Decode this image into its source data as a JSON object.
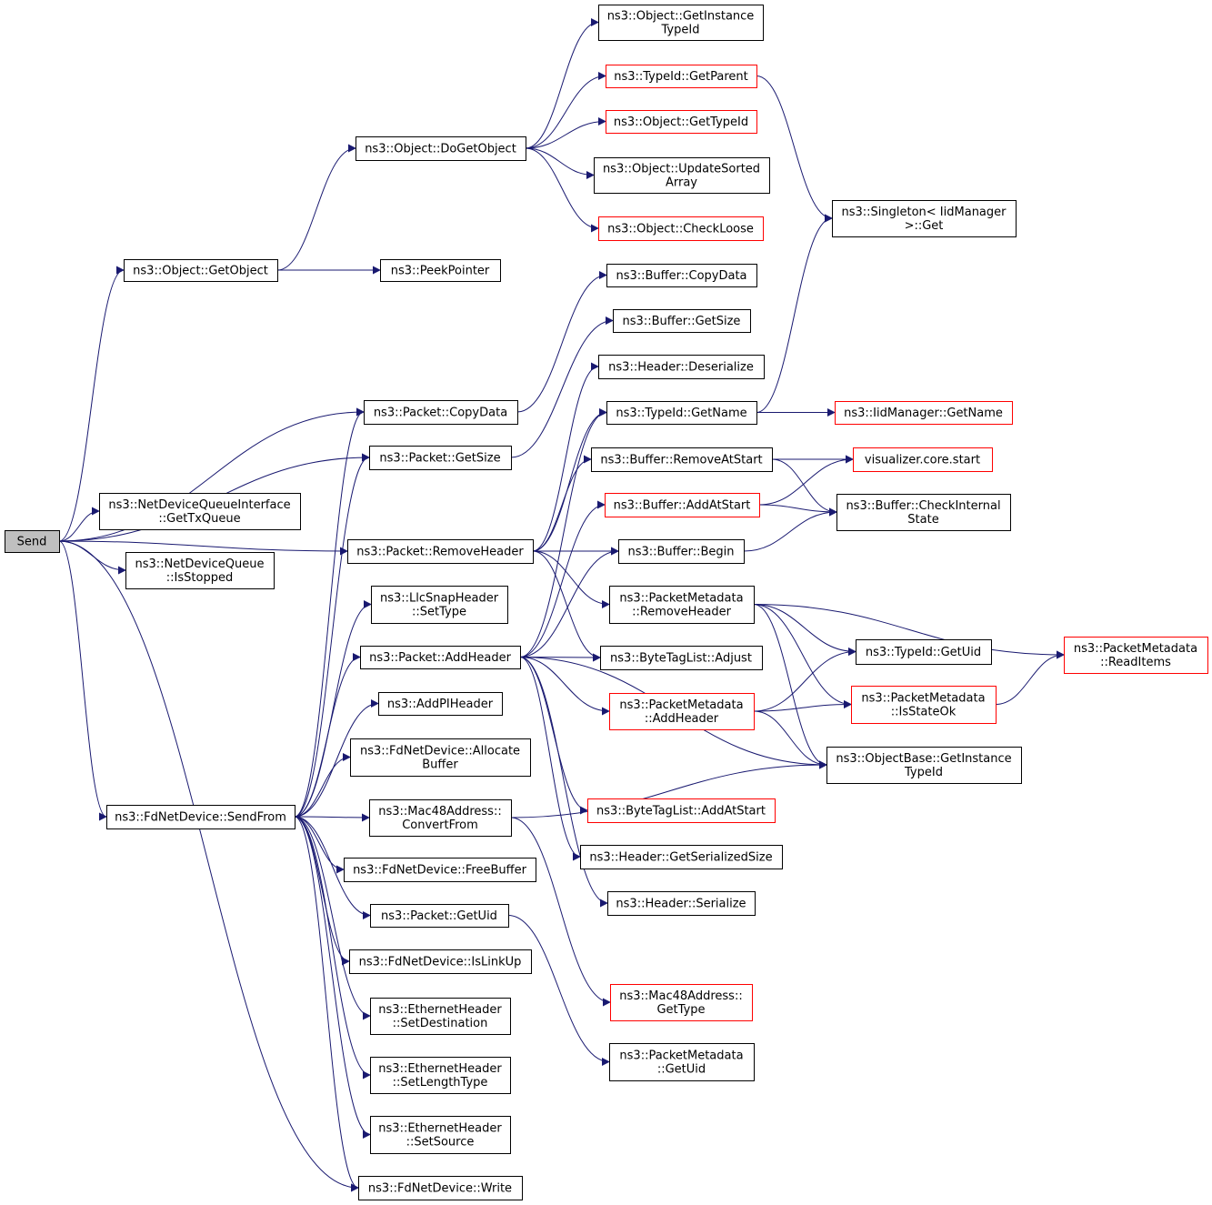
{
  "colors": {
    "edge": "#191970",
    "node_border": "#000000",
    "node_border_truncated": "#ff0000",
    "node_fill": "#ffffff",
    "root_fill": "#bfbfbf"
  },
  "nodes": [
    {
      "id": "send",
      "lines": [
        "Send"
      ],
      "style": "root"
    },
    {
      "id": "getobject",
      "lines": [
        "ns3::Object::GetObject"
      ],
      "style": "normal"
    },
    {
      "id": "dogetobject",
      "lines": [
        "ns3::Object::DoGetObject"
      ],
      "style": "normal"
    },
    {
      "id": "getinstancetypeid",
      "lines": [
        "ns3::Object::GetInstance",
        "TypeId"
      ],
      "style": "normal"
    },
    {
      "id": "getparent",
      "lines": [
        "ns3::TypeId::GetParent"
      ],
      "style": "truncated"
    },
    {
      "id": "gettypeid",
      "lines": [
        "ns3::Object::GetTypeId"
      ],
      "style": "truncated"
    },
    {
      "id": "updatesorted",
      "lines": [
        "ns3::Object::UpdateSorted",
        "Array"
      ],
      "style": "normal"
    },
    {
      "id": "checkloose",
      "lines": [
        "ns3::Object::CheckLoose"
      ],
      "style": "truncated"
    },
    {
      "id": "singleton",
      "lines": [
        "ns3::Singleton< IidManager",
        ">::Get"
      ],
      "style": "normal"
    },
    {
      "id": "peekpointer",
      "lines": [
        "ns3::PeekPointer"
      ],
      "style": "normal"
    },
    {
      "id": "buffercopydata",
      "lines": [
        "ns3::Buffer::CopyData"
      ],
      "style": "normal"
    },
    {
      "id": "buffergetsize",
      "lines": [
        "ns3::Buffer::GetSize"
      ],
      "style": "normal"
    },
    {
      "id": "headerdeserialize",
      "lines": [
        "ns3::Header::Deserialize"
      ],
      "style": "normal"
    },
    {
      "id": "packetcopydata",
      "lines": [
        "ns3::Packet::CopyData"
      ],
      "style": "normal"
    },
    {
      "id": "typeidgetname",
      "lines": [
        "ns3::TypeId::GetName"
      ],
      "style": "normal"
    },
    {
      "id": "iidgetname",
      "lines": [
        "ns3::IidManager::GetName"
      ],
      "style": "truncated"
    },
    {
      "id": "packetgetsize",
      "lines": [
        "ns3::Packet::GetSize"
      ],
      "style": "normal"
    },
    {
      "id": "removeatstart",
      "lines": [
        "ns3::Buffer::RemoveAtStart"
      ],
      "style": "normal"
    },
    {
      "id": "vizstart",
      "lines": [
        "visualizer.core.start"
      ],
      "style": "truncated"
    },
    {
      "id": "addatstart",
      "lines": [
        "ns3::Buffer::AddAtStart"
      ],
      "style": "truncated"
    },
    {
      "id": "checkinternal",
      "lines": [
        "ns3::Buffer::CheckInternal",
        "State"
      ],
      "style": "normal"
    },
    {
      "id": "gettxqueue",
      "lines": [
        "ns3::NetDeviceQueueInterface",
        "::GetTxQueue"
      ],
      "style": "normal"
    },
    {
      "id": "isstopped",
      "lines": [
        "ns3::NetDeviceQueue",
        "::IsStopped"
      ],
      "style": "normal"
    },
    {
      "id": "removeheader",
      "lines": [
        "ns3::Packet::RemoveHeader"
      ],
      "style": "normal"
    },
    {
      "id": "bufferbegin",
      "lines": [
        "ns3::Buffer::Begin"
      ],
      "style": "normal"
    },
    {
      "id": "pmremoveheader",
      "lines": [
        "ns3::PacketMetadata",
        "::RemoveHeader"
      ],
      "style": "normal"
    },
    {
      "id": "llcsettype",
      "lines": [
        "ns3::LlcSnapHeader",
        "::SetType"
      ],
      "style": "normal"
    },
    {
      "id": "readitems",
      "lines": [
        "ns3::PacketMetadata",
        "::ReadItems"
      ],
      "style": "truncated"
    },
    {
      "id": "addheader",
      "lines": [
        "ns3::Packet::AddHeader"
      ],
      "style": "normal"
    },
    {
      "id": "bytetagadjust",
      "lines": [
        "ns3::ByteTagList::Adjust"
      ],
      "style": "normal"
    },
    {
      "id": "typeidgetuid",
      "lines": [
        "ns3::TypeId::GetUid"
      ],
      "style": "normal"
    },
    {
      "id": "pmaddheader",
      "lines": [
        "ns3::PacketMetadata",
        "::AddHeader"
      ],
      "style": "truncated"
    },
    {
      "id": "isstateok",
      "lines": [
        "ns3::PacketMetadata",
        "::IsStateOk"
      ],
      "style": "truncated"
    },
    {
      "id": "addpiheader",
      "lines": [
        "ns3::AddPIHeader"
      ],
      "style": "normal"
    },
    {
      "id": "allocatebuffer",
      "lines": [
        "ns3::FdNetDevice::Allocate",
        "Buffer"
      ],
      "style": "normal"
    },
    {
      "id": "objbasegetinstance",
      "lines": [
        "ns3::ObjectBase::GetInstance",
        "TypeId"
      ],
      "style": "normal"
    },
    {
      "id": "sendfrom",
      "lines": [
        "ns3::FdNetDevice::SendFrom"
      ],
      "style": "normal"
    },
    {
      "id": "convertfrom",
      "lines": [
        "ns3::Mac48Address::",
        "ConvertFrom"
      ],
      "style": "normal"
    },
    {
      "id": "bytetagaddatstart",
      "lines": [
        "ns3::ByteTagList::AddAtStart"
      ],
      "style": "truncated"
    },
    {
      "id": "freebuffer",
      "lines": [
        "ns3::FdNetDevice::FreeBuffer"
      ],
      "style": "normal"
    },
    {
      "id": "getserializedsize",
      "lines": [
        "ns3::Header::GetSerializedSize"
      ],
      "style": "normal"
    },
    {
      "id": "headerserialize",
      "lines": [
        "ns3::Header::Serialize"
      ],
      "style": "normal"
    },
    {
      "id": "packetgetuid",
      "lines": [
        "ns3::Packet::GetUid"
      ],
      "style": "normal"
    },
    {
      "id": "islinkup",
      "lines": [
        "ns3::FdNetDevice::IsLinkUp"
      ],
      "style": "normal"
    },
    {
      "id": "macgettype",
      "lines": [
        "ns3::Mac48Address::",
        "GetType"
      ],
      "style": "truncated"
    },
    {
      "id": "setdestination",
      "lines": [
        "ns3::EthernetHeader",
        "::SetDestination"
      ],
      "style": "normal"
    },
    {
      "id": "pmgetuid",
      "lines": [
        "ns3::PacketMetadata",
        "::GetUid"
      ],
      "style": "normal"
    },
    {
      "id": "setlengthtype",
      "lines": [
        "ns3::EthernetHeader",
        "::SetLengthType"
      ],
      "style": "normal"
    },
    {
      "id": "setsource",
      "lines": [
        "ns3::EthernetHeader",
        "::SetSource"
      ],
      "style": "normal"
    },
    {
      "id": "write",
      "lines": [
        "ns3::FdNetDevice::Write"
      ],
      "style": "normal"
    }
  ],
  "edges": [
    [
      "send",
      "getobject"
    ],
    [
      "send",
      "packetcopydata"
    ],
    [
      "send",
      "packetgetsize"
    ],
    [
      "send",
      "gettxqueue"
    ],
    [
      "send",
      "isstopped"
    ],
    [
      "send",
      "removeheader"
    ],
    [
      "send",
      "sendfrom"
    ],
    [
      "send",
      "write"
    ],
    [
      "getobject",
      "dogetobject"
    ],
    [
      "getobject",
      "peekpointer"
    ],
    [
      "dogetobject",
      "getinstancetypeid"
    ],
    [
      "dogetobject",
      "getparent"
    ],
    [
      "dogetobject",
      "gettypeid"
    ],
    [
      "dogetobject",
      "updatesorted"
    ],
    [
      "dogetobject",
      "checkloose"
    ],
    [
      "getparent",
      "singleton"
    ],
    [
      "packetcopydata",
      "buffercopydata"
    ],
    [
      "packetgetsize",
      "buffergetsize"
    ],
    [
      "typeidgetname",
      "singleton"
    ],
    [
      "typeidgetname",
      "iidgetname"
    ],
    [
      "removeatstart",
      "vizstart"
    ],
    [
      "removeatstart",
      "checkinternal"
    ],
    [
      "addatstart",
      "vizstart"
    ],
    [
      "addatstart",
      "checkinternal"
    ],
    [
      "bufferbegin",
      "checkinternal"
    ],
    [
      "removeheader",
      "headerdeserialize"
    ],
    [
      "removeheader",
      "typeidgetname"
    ],
    [
      "removeheader",
      "removeatstart"
    ],
    [
      "removeheader",
      "bufferbegin"
    ],
    [
      "removeheader",
      "pmremoveheader"
    ],
    [
      "removeheader",
      "bytetagadjust"
    ],
    [
      "pmremoveheader",
      "readitems"
    ],
    [
      "pmremoveheader",
      "typeidgetuid"
    ],
    [
      "pmremoveheader",
      "isstateok"
    ],
    [
      "pmremoveheader",
      "objbasegetinstance"
    ],
    [
      "addheader",
      "typeidgetname"
    ],
    [
      "addheader",
      "addatstart"
    ],
    [
      "addheader",
      "bufferbegin"
    ],
    [
      "addheader",
      "bytetagadjust"
    ],
    [
      "addheader",
      "pmaddheader"
    ],
    [
      "addheader",
      "objbasegetinstance"
    ],
    [
      "addheader",
      "bytetagaddatstart"
    ],
    [
      "addheader",
      "getserializedsize"
    ],
    [
      "addheader",
      "headerserialize"
    ],
    [
      "pmaddheader",
      "typeidgetuid"
    ],
    [
      "pmaddheader",
      "isstateok"
    ],
    [
      "pmaddheader",
      "objbasegetinstance"
    ],
    [
      "isstateok",
      "readitems"
    ],
    [
      "sendfrom",
      "packetcopydata"
    ],
    [
      "sendfrom",
      "packetgetsize"
    ],
    [
      "sendfrom",
      "llcsettype"
    ],
    [
      "sendfrom",
      "addheader"
    ],
    [
      "sendfrom",
      "addpiheader"
    ],
    [
      "sendfrom",
      "allocatebuffer"
    ],
    [
      "sendfrom",
      "convertfrom"
    ],
    [
      "sendfrom",
      "freebuffer"
    ],
    [
      "sendfrom",
      "packetgetuid"
    ],
    [
      "sendfrom",
      "islinkup"
    ],
    [
      "sendfrom",
      "setdestination"
    ],
    [
      "sendfrom",
      "setlengthtype"
    ],
    [
      "sendfrom",
      "setsource"
    ],
    [
      "sendfrom",
      "write"
    ],
    [
      "convertfrom",
      "objbasegetinstance"
    ],
    [
      "convertfrom",
      "macgettype"
    ],
    [
      "packetgetuid",
      "pmgetuid"
    ]
  ]
}
